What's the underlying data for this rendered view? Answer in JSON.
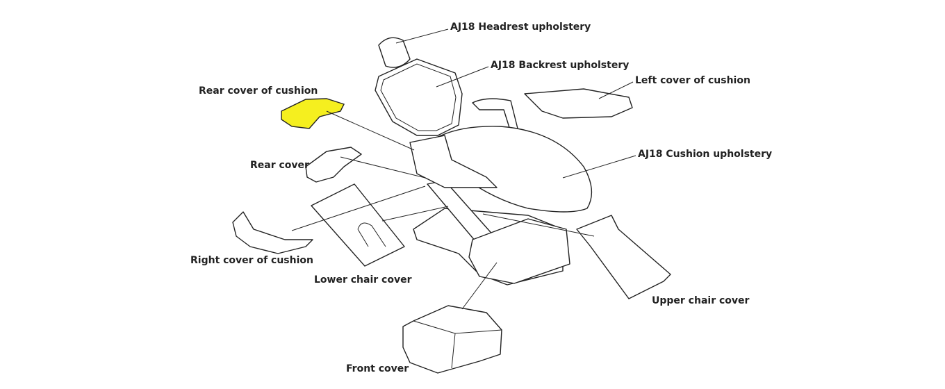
{
  "highlight_color": "#f5ef1f",
  "labels": {
    "headrest": "AJ18 Headrest upholstery",
    "backrest": "AJ18 Backrest upholstery",
    "left_cover_cushion": "Left cover of cushion",
    "rear_cover_cushion": "Rear cover of cushion",
    "cushion": "AJ18 Cushion upholstery",
    "rear_cover": "Rear cover",
    "right_cover_cushion": "Right cover of cushion",
    "lower_chair_cover": "Lower chair cover",
    "upper_chair_cover": "Upper chair cover",
    "front_cover": "Front cover"
  },
  "highlighted_part": "rear_cover_cushion"
}
